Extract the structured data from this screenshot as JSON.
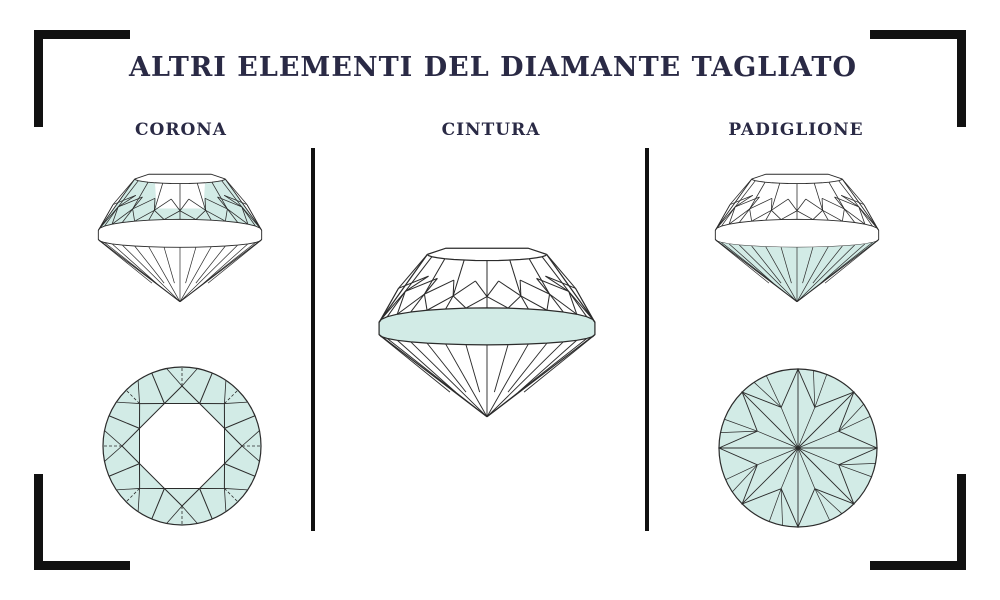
{
  "title": "ALTRI ELEMENTI DEL DIAMANTE TAGLIATO",
  "columns": [
    {
      "label": "CORONA",
      "highlight": "crown"
    },
    {
      "label": "CINTURA",
      "highlight": "girdle"
    },
    {
      "label": "PADIGLIONE",
      "highlight": "pavilion"
    }
  ],
  "colors": {
    "text": "#2a2a45",
    "frame": "#111111",
    "highlight": "#d2ebe6",
    "line": "#2b2b2b"
  }
}
